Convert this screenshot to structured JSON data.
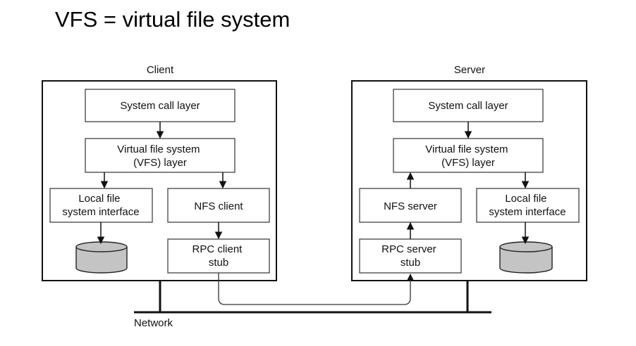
{
  "title": "VFS = virtual file system",
  "diagram": {
    "client_label": "Client",
    "server_label": "Server",
    "network_label": "Network",
    "client": {
      "syscall": [
        "System call layer"
      ],
      "vfs": [
        "Virtual file system",
        "(VFS) layer"
      ],
      "local_fs": [
        "Local file",
        "system interface"
      ],
      "nfs_client": [
        "NFS client"
      ],
      "rpc_stub": [
        "RPC client",
        "stub"
      ]
    },
    "server": {
      "syscall": [
        "System call layer"
      ],
      "vfs": [
        "Virtual file system",
        "(VFS) layer"
      ],
      "nfs_server": [
        "NFS server"
      ],
      "local_fs": [
        "Local file",
        "system interface"
      ],
      "rpc_stub": [
        "RPC server",
        "stub"
      ]
    },
    "colors": {
      "line": "#111111",
      "disk_fill": "#c4c4c4",
      "box_fill": "#ffffff"
    }
  }
}
